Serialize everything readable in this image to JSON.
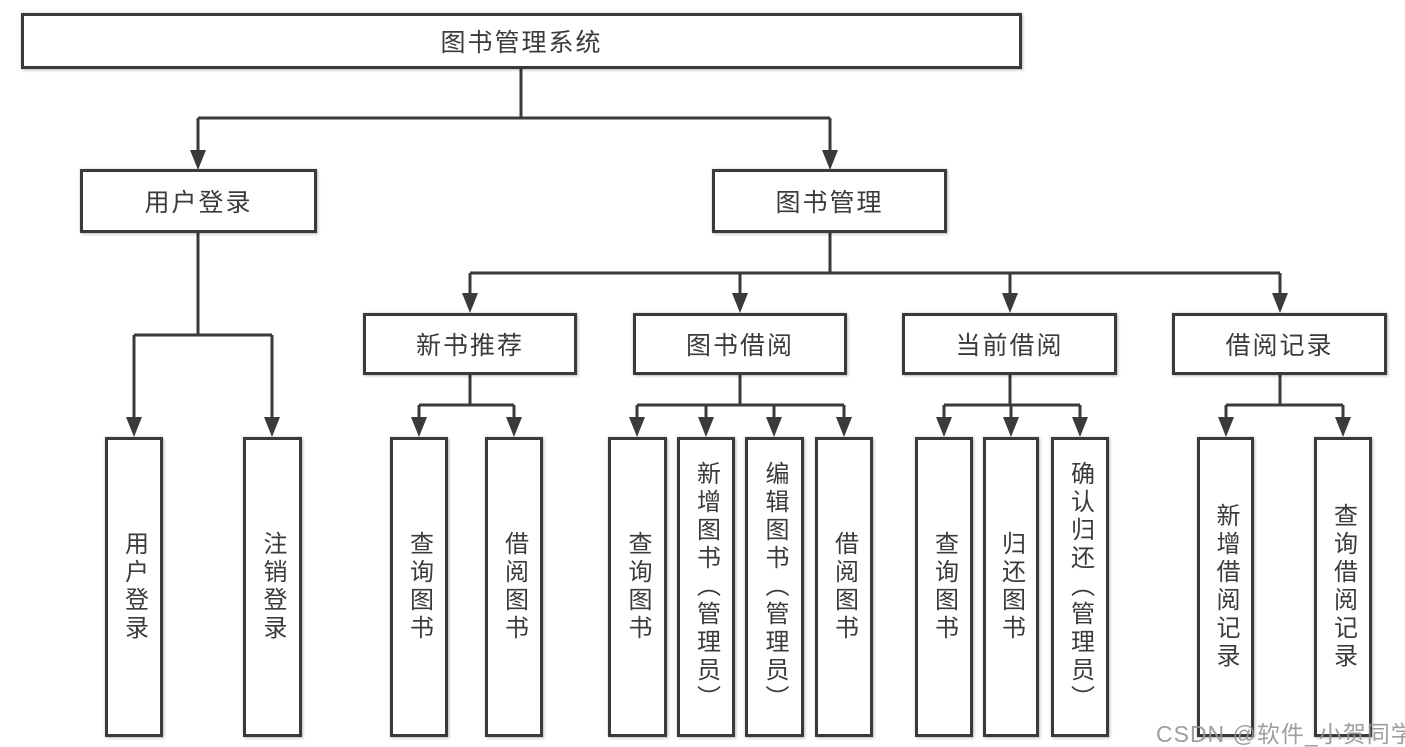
{
  "watermark": "CSDN @软件_小贺同学",
  "nodes": {
    "root": {
      "label": "图书管理系统"
    },
    "user_login": {
      "label": "用户登录"
    },
    "book_mgmt": {
      "label": "图书管理"
    },
    "new_book_rec": {
      "label": "新书推荐"
    },
    "book_borrow": {
      "label": "图书借阅"
    },
    "current_borrow": {
      "label": "当前借阅"
    },
    "borrow_records": {
      "label": "借阅记录"
    },
    "leaf_user_login": {
      "label": "用户登录"
    },
    "leaf_logout": {
      "label": "注销登录"
    },
    "leaf_query_book_rec": {
      "label": "查询图书"
    },
    "leaf_borrow_book_rec": {
      "label": "借阅图书"
    },
    "leaf_query_book_borrow": {
      "label": "查询图书"
    },
    "leaf_add_book": {
      "label": "新增图书（管理员）"
    },
    "leaf_edit_book": {
      "label": "编辑图书（管理员）"
    },
    "leaf_borrow_book": {
      "label": "借阅图书"
    },
    "leaf_query_book_current": {
      "label": "查询图书"
    },
    "leaf_return_book": {
      "label": "归还图书"
    },
    "leaf_confirm_return": {
      "label": "确认归还（管理员）"
    },
    "leaf_add_record": {
      "label": "新增借阅记录"
    },
    "leaf_query_record": {
      "label": "查询借阅记录"
    }
  },
  "edges": [
    {
      "from": "图书管理系统",
      "to": "用户登录"
    },
    {
      "from": "图书管理系统",
      "to": "图书管理"
    },
    {
      "from": "用户登录",
      "to": "用户登录"
    },
    {
      "from": "用户登录",
      "to": "注销登录"
    },
    {
      "from": "图书管理",
      "to": "新书推荐"
    },
    {
      "from": "图书管理",
      "to": "图书借阅"
    },
    {
      "from": "图书管理",
      "to": "当前借阅"
    },
    {
      "from": "图书管理",
      "to": "借阅记录"
    },
    {
      "from": "新书推荐",
      "to": "查询图书"
    },
    {
      "from": "新书推荐",
      "to": "借阅图书"
    },
    {
      "from": "图书借阅",
      "to": "查询图书"
    },
    {
      "from": "图书借阅",
      "to": "新增图书（管理员）"
    },
    {
      "from": "图书借阅",
      "to": "编辑图书（管理员）"
    },
    {
      "from": "图书借阅",
      "to": "借阅图书"
    },
    {
      "from": "当前借阅",
      "to": "查询图书"
    },
    {
      "from": "当前借阅",
      "to": "归还图书"
    },
    {
      "from": "当前借阅",
      "to": "确认归还（管理员）"
    },
    {
      "from": "借阅记录",
      "to": "新增借阅记录"
    },
    {
      "from": "借阅记录",
      "to": "查询借阅记录"
    }
  ],
  "line_color": "#3a3a3a"
}
